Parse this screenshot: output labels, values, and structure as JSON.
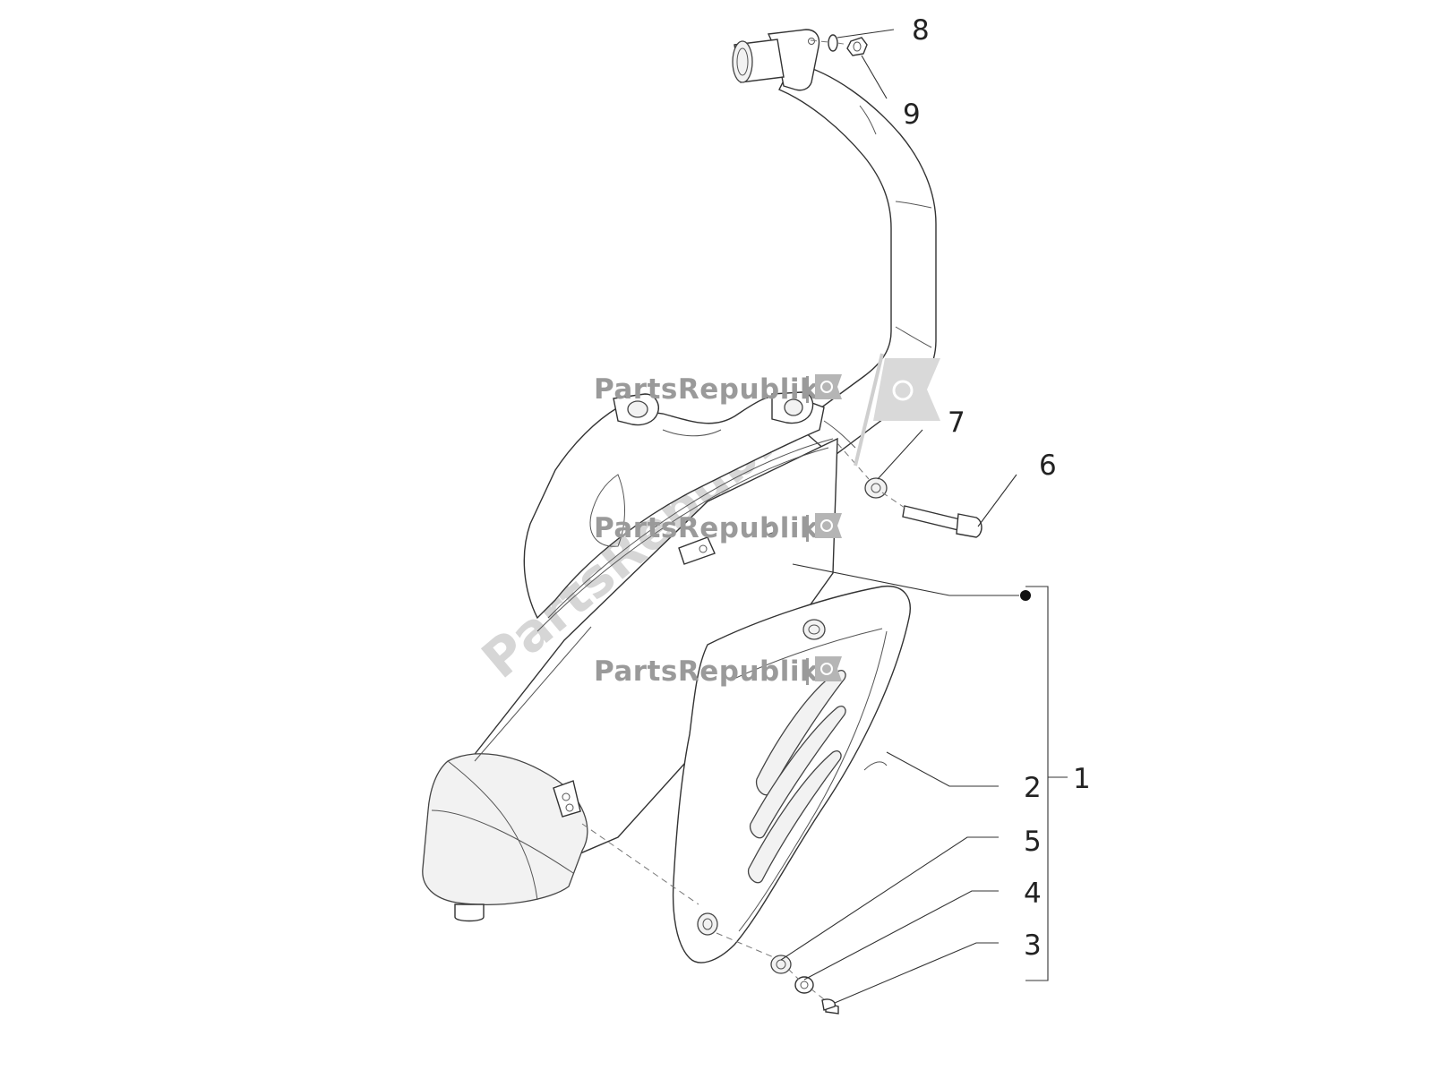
{
  "watermark": {
    "brand": "PartsRepublik"
  },
  "callouts": {
    "c1": "1",
    "c2": "2",
    "c3": "3",
    "c4": "4",
    "c5": "5",
    "c6": "6",
    "c7": "7",
    "c8": "8",
    "c9": "9"
  },
  "colors": {
    "line": "#333333",
    "watermark": "#9a9a9a"
  }
}
